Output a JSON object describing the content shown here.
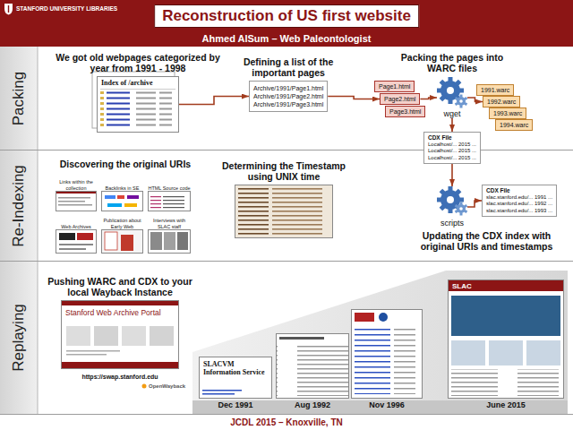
{
  "diagram": {
    "title": "Reconstruction of US first website",
    "nodes": [
      {
        "text": [
          "Packing"
        ]
      },
      {
        "text": [
          "We got old webpages categorized by year from 1991 - 1998",
          "Index of /archive"
        ],
        "in": 0
      },
      {
        "text": [
          "Defining a list of the important pages",
          "Archive/1991/Page1.html",
          "Archive/1991/Page2.html",
          "Archive/1991/Page3.html"
        ],
        "in": 0
      },
      {
        "text": [
          "Page1.html"
        ],
        "in": 0
      },
      {
        "text": [
          "Page2.html"
        ],
        "in": 0
      },
      {
        "text": [
          "Page3.html"
        ],
        "in": 0
      },
      {
        "text": [
          "Packing the pages into WARC files",
          "wget"
        ],
        "in": 0
      },
      {
        "text": [
          "1991.warc"
        ],
        "in": 0
      },
      {
        "text": [
          "1992.warc"
        ],
        "in": 0
      },
      {
        "text": [
          "1993.warc"
        ],
        "in": 0
      },
      {
        "text": [
          "1994.warc"
        ],
        "in": 0
      },
      {
        "text": [
          "CDX File",
          "Localhost/... 2015 ...",
          "Localhost/... 2015 ...",
          "Localhost/... 2015 ..."
        ],
        "in": 0
      },
      {
        "text": [
          "Re-Indexing"
        ]
      },
      {
        "text": [
          "Links within the collection"
        ],
        "in": 12
      },
      {
        "text": [
          "Backlinks in SE"
        ],
        "in": 12
      },
      {
        "text": [
          "HTML Source code"
        ],
        "in": 12
      },
      {
        "text": [
          "Web Archives"
        ],
        "in": 12
      },
      {
        "text": [
          "Publication about Early Web"
        ],
        "in": 12
      },
      {
        "text": [
          "Interviews with SLAC staff"
        ],
        "in": 12
      },
      {
        "text": [
          "Determining the Timestamp using UNIX time"
        ],
        "in": 12
      },
      {
        "text": [
          "scripts"
        ],
        "in": 12
      },
      {
        "text": [
          "CDX File",
          "slac.stanford.edu/... 1991 ...",
          "slac.stanford.edu/... 1992 ...",
          "slac.stanford.edu/... 1993 ...",
          "Updating the CDX index with original URIs and timestamps"
        ],
        "in": 12
      },
      {
        "text": [
          "Replaying"
        ]
      },
      {
        "text": [
          "Pushing WARC and CDX to your local Wayback Instance",
          "Stanford Web Archive Portal",
          "https://swap.stanford.edu"
        ],
        "in": 22
      },
      {
        "text": [
          "SLACVM Information Service",
          "Dec 1991"
        ],
        "in": 22
      },
      {
        "text": [
          "Aug 1992"
        ],
        "in": 22
      },
      {
        "text": [
          "Nov 1996"
        ],
        "in": 22
      },
      {
        "text": [
          "SLAC",
          "June 2015"
        ],
        "in": 22
      }
    ],
    "edges": [
      {
        "from": 1,
        "to": 2,
        "arrow": "to"
      },
      {
        "from": 2,
        "to": 4,
        "arrow": "to"
      },
      {
        "from": 4,
        "to": 6,
        "arrow": "to"
      },
      {
        "from": 6,
        "to": 8,
        "arrow": "to"
      },
      {
        "from": 6,
        "to": 11,
        "arrow": "to"
      },
      {
        "from": 11,
        "to": 20,
        "arrow": "to"
      },
      {
        "from": 20,
        "to": 21,
        "arrow": "to"
      }
    ],
    "labels": [
      "STANFORD UNIVERSITY LIBRARIES",
      "Ahmed AlSum – Web Paleontologist",
      "Discovering the original URIs",
      "OpenWayback",
      "JCDL 2015 – Knoxville, TN"
    ]
  }
}
